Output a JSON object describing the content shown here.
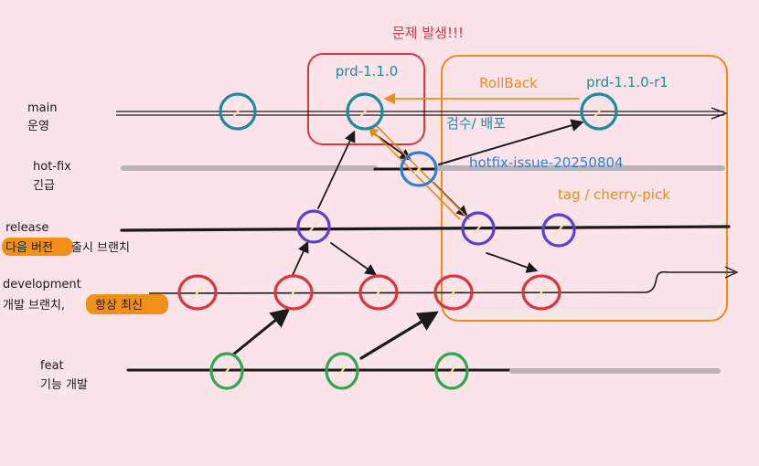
{
  "colors": {
    "background": "#fde3ea",
    "teal": "#1e8aa0",
    "blue": "#2f80d0",
    "purple": "#5b3fd0",
    "red": "#e0343c",
    "green": "#2ea84a",
    "orange": "#f08a1c",
    "highlight": "#f0901a",
    "line": "#1a1a1a",
    "gray": "#b9b5b7"
  },
  "title": "문제 발생!!!",
  "branches": {
    "main": {
      "name": "main",
      "desc": "운영"
    },
    "hotfix": {
      "name": "hot-fix",
      "desc": "긴급"
    },
    "release": {
      "name": "release",
      "desc_highlight": "다음 버전",
      "desc_rest": " 출시 브랜치"
    },
    "development": {
      "name": "development",
      "desc_plain": "개발 브랜치,",
      "desc_highlight": "항상 최신"
    },
    "feat": {
      "name": "feat",
      "desc": "기능 개발"
    }
  },
  "annotations": {
    "prd_tag": "prd-1.1.0",
    "rollback": "RollBack",
    "prd_r1_tag": "prd-1.1.0-r1",
    "review": "검수/ 배포",
    "hotfix_branch": "hotfix-issue-20250804",
    "tag_cherry": "tag / cherry-pick"
  },
  "icons": [
    "arrow-icon"
  ]
}
